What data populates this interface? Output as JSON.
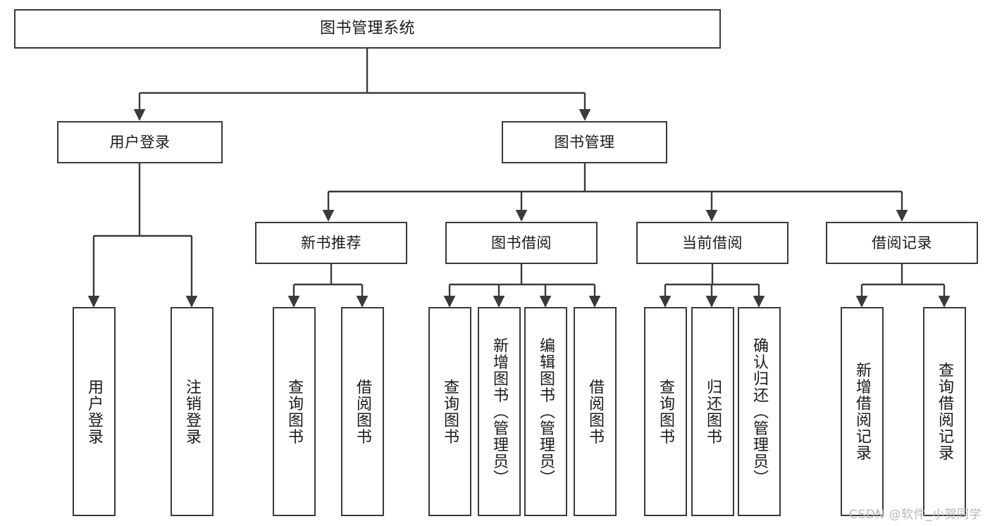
{
  "diagram": {
    "title": "图书管理系统",
    "type": "tree-hierarchy",
    "root": {
      "id": "root",
      "label": "图书管理系统"
    },
    "level2": [
      {
        "id": "user-login",
        "label": "用户登录"
      },
      {
        "id": "book-manage",
        "label": "图书管理"
      }
    ],
    "level3": [
      {
        "id": "new-book-rec",
        "label": "新书推荐"
      },
      {
        "id": "book-borrow",
        "label": "图书借阅"
      },
      {
        "id": "current-borrow",
        "label": "当前借阅"
      },
      {
        "id": "borrow-record",
        "label": "借阅记录"
      }
    ],
    "leaves": {
      "user_login": [
        {
          "id": "leaf-user-login",
          "label": "用户登录"
        },
        {
          "id": "leaf-logout",
          "label": "注销登录"
        }
      ],
      "new_book_rec": [
        {
          "id": "leaf-query-book-1",
          "label": "查询图书"
        },
        {
          "id": "leaf-borrow-book-1",
          "label": "借阅图书"
        }
      ],
      "book_borrow": [
        {
          "id": "leaf-query-book-2",
          "label": "查询图书"
        },
        {
          "id": "leaf-add-book",
          "label": "新增图书（管理员）"
        },
        {
          "id": "leaf-edit-book",
          "label": "编辑图书（管理员）"
        },
        {
          "id": "leaf-borrow-book-2",
          "label": "借阅图书"
        }
      ],
      "current_borrow": [
        {
          "id": "leaf-query-book-3",
          "label": "查询图书"
        },
        {
          "id": "leaf-return-book",
          "label": "归还图书"
        },
        {
          "id": "leaf-confirm-return",
          "label": "确认归还（管理员）"
        }
      ],
      "borrow_record": [
        {
          "id": "leaf-add-record",
          "label": "新增借阅记录"
        },
        {
          "id": "leaf-query-record",
          "label": "查询借阅记录"
        }
      ]
    }
  },
  "watermark": {
    "text": "CSDN @软件_小贺同学"
  },
  "colors": {
    "stroke": "#3a3a3a",
    "text": "#1a1a1a",
    "background": "#ffffff",
    "watermark": "#b8b8b8"
  }
}
